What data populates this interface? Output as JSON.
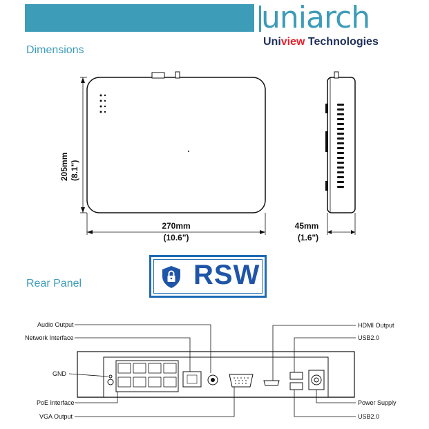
{
  "brand": {
    "logo": "uniarch",
    "sub_prefix": "Uni",
    "sub_accent": "view",
    "sub_suffix": " Technologies"
  },
  "sections": {
    "dimensions": "Dimensions",
    "rear_panel": "Rear Panel"
  },
  "dimensions": {
    "depth_mm": "205mm",
    "depth_in": "(8.1\")",
    "width_mm": "270mm",
    "width_in": "(10.6\")",
    "height_mm": "45mm",
    "height_in": "(1.6\")"
  },
  "badge": {
    "text": "RSW",
    "icon": "shield-lock-icon"
  },
  "rear_labels": {
    "audio_output": "Audio Output",
    "network_interface": "Network Interface",
    "gnd": "GND",
    "poe_interface": "PoE Interface",
    "vga_output": "VGA Output",
    "hdmi_output": "HDMI Output",
    "usb_top": "USB2.0",
    "power_supply": "Power Supply",
    "usb_bottom": "USB2.0"
  },
  "colors": {
    "brand_teal": "#3d9cb8",
    "brand_navy": "#1e2e5a",
    "accent_red": "#e8212d",
    "badge_blue": "#1f55a8"
  }
}
